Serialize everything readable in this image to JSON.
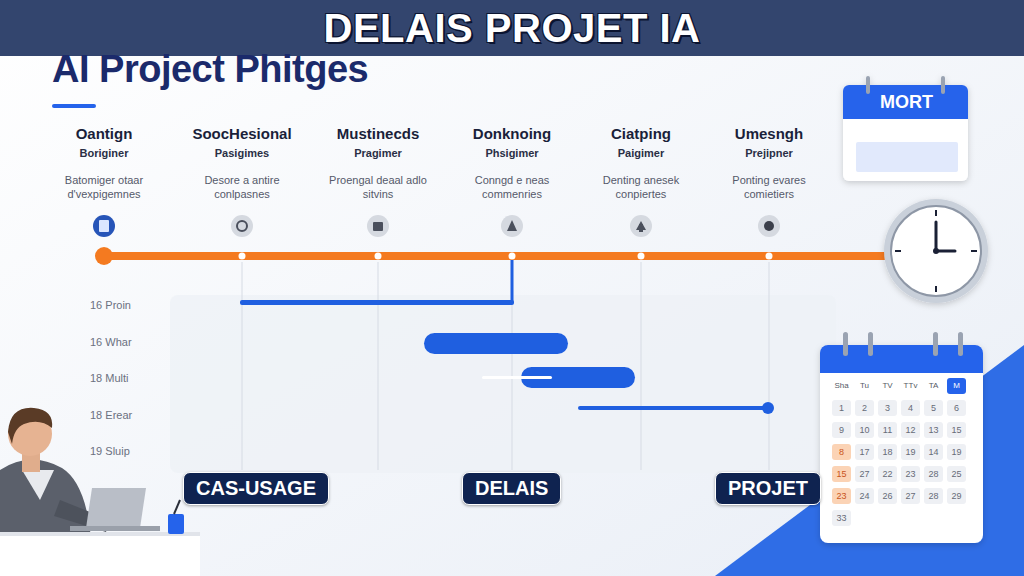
{
  "diagram": {
    "title": "DELAIS PROJET IA",
    "nodes": [
      {
        "text": [
          "MORT"
        ]
      },
      {
        "text": [
          "CAS-USAGE"
        ]
      },
      {
        "text": [
          "DELAIS"
        ]
      },
      {
        "text": [
          "PROJET"
        ]
      }
    ],
    "labels": [
      "AI Project Phitges",
      "Oantign",
      "Boriginer",
      "Batomiger otaar d'vexpigemnes",
      "SoocHesional",
      "Pasigimes",
      "Desore a antire conlpasnes",
      "Mustinecds",
      "Pragimer",
      "Proengal deaal adlo sitvins",
      "Donknoing",
      "Phsigimer",
      "Conngd e neas commenries",
      "Ciatping",
      "Paigimer",
      "Denting anesek conpiertes",
      "Umesngh",
      "Prejipner",
      "Ponting evares comietiers",
      "16 Proin",
      "16 Whar",
      "18 Multi",
      "18 Erear",
      "19 Sluip",
      "Sha",
      "Tu",
      "TV",
      "TTv",
      "TA",
      "M",
      "1",
      "2",
      "3",
      "4",
      "5",
      "6",
      "9",
      "10",
      "11",
      "12",
      "13",
      "15",
      "8",
      "17",
      "18",
      "19",
      "14",
      "19",
      "15",
      "27",
      "22",
      "23",
      "28",
      "25",
      "23",
      "24",
      "26",
      "27",
      "28",
      "29",
      "33"
    ]
  }
}
